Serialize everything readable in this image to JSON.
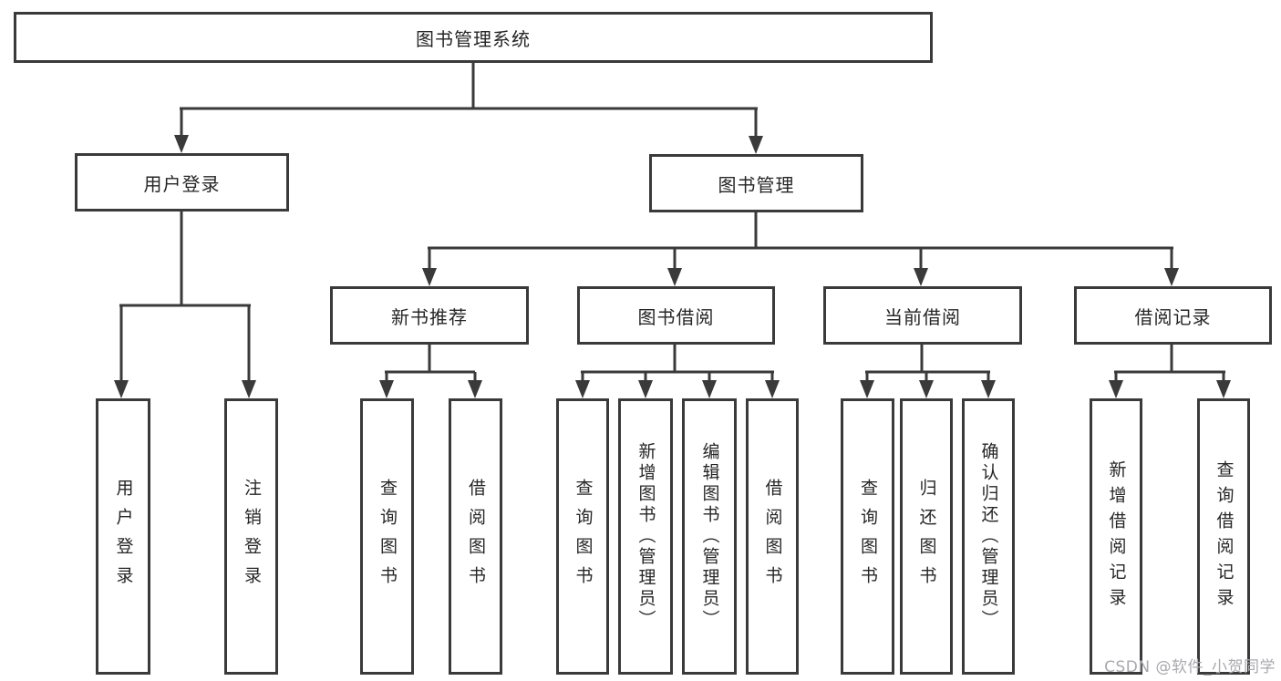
{
  "diagram": {
    "root": "图书管理系统",
    "level2": {
      "user_login": "用户登录",
      "book_mgmt": "图书管理"
    },
    "level3": {
      "new_book": "新书推荐",
      "borrow": "图书借阅",
      "current": "当前借阅",
      "record": "借阅记录"
    },
    "leaves": {
      "user_login": "用户登录",
      "logout": "注销登录",
      "nb_query": "查询图书",
      "nb_borrow": "借阅图书",
      "bw_query": "查询图书",
      "bw_add": "新增图书（管理员）",
      "bw_edit": "编辑图书（管理员）",
      "bw_borrow": "借阅图书",
      "cur_query": "查询图书",
      "cur_return": "归还图书",
      "cur_confirm": "确认归还（管理员）",
      "rec_add": "新增借阅记录",
      "rec_query": "查询借阅记录"
    }
  },
  "watermark": "CSDN @软件_小贺同学",
  "colors": {
    "line": "#3a3a3a",
    "box_background": "#ffffff",
    "text": "#262626",
    "watermark": "#a9a9ae"
  }
}
